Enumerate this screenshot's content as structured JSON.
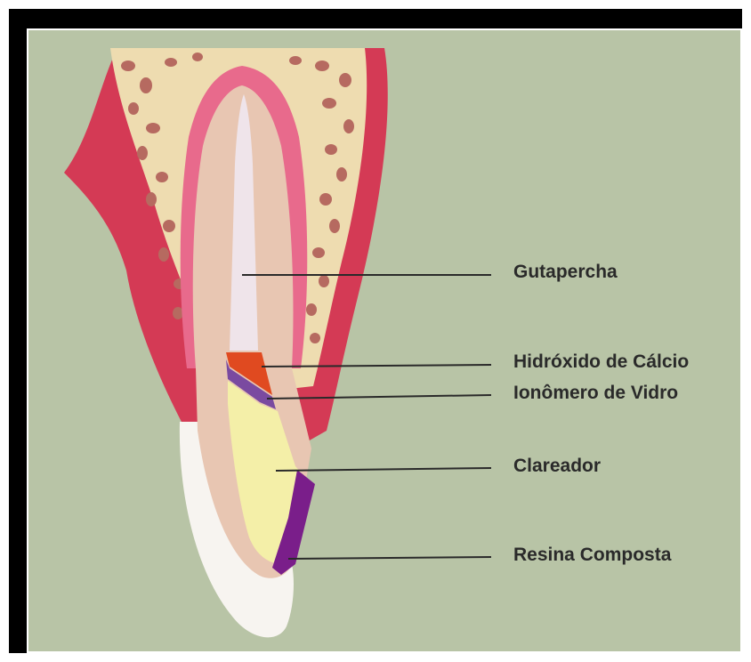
{
  "labels": {
    "gutapercha": "Gutapercha",
    "hidroxido": "Hidróxido de Cálcio",
    "ionomero": "Ionômero de Vidro",
    "clareador": "Clareador",
    "resina": "Resina Composta"
  },
  "colors": {
    "background": "#b8c4a6",
    "gum": "#d43a55",
    "bone": "#eedcb0",
    "bone_pores": "#b66a60",
    "ligament": "#e86a8c",
    "enamel": "#f7f4f0",
    "dentin": "#e8c6b2",
    "canal": "#f4e8ec",
    "gutapercha": "#efe4ea",
    "hidroxido": "#e04a20",
    "ionomero": "#7a4aa0",
    "clareador": "#f4efa8",
    "resina": "#7a1e8a"
  }
}
